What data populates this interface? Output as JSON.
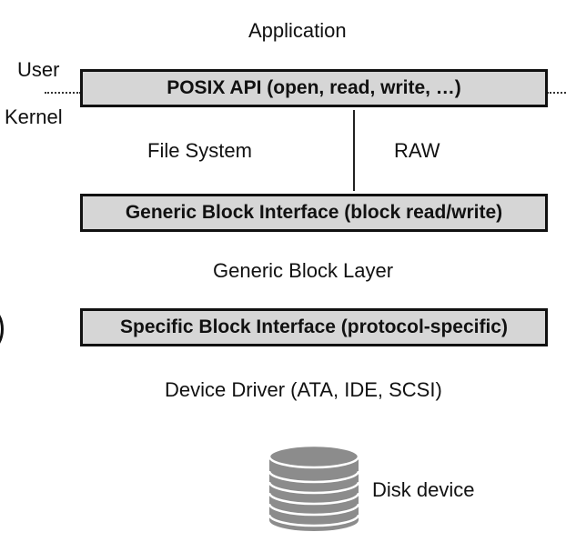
{
  "diagram": {
    "application_label": "Application",
    "user_label": "User",
    "kernel_label": "Kernel",
    "posix_box": "POSIX API (open, read, write, …)",
    "file_system_label": "File System",
    "raw_label": "RAW",
    "generic_interface_box": "Generic Block Interface (block read/write)",
    "generic_layer_label": "Generic Block Layer",
    "specific_interface_box": "Specific Block Interface (protocol-specific)",
    "device_driver_label": "Device Driver (ATA, IDE, SCSI)",
    "disk_label": "Disk device",
    "colors": {
      "box_fill": "#d6d6d6",
      "disk_fill": "#8c8c8c",
      "stroke": "#111111"
    }
  }
}
